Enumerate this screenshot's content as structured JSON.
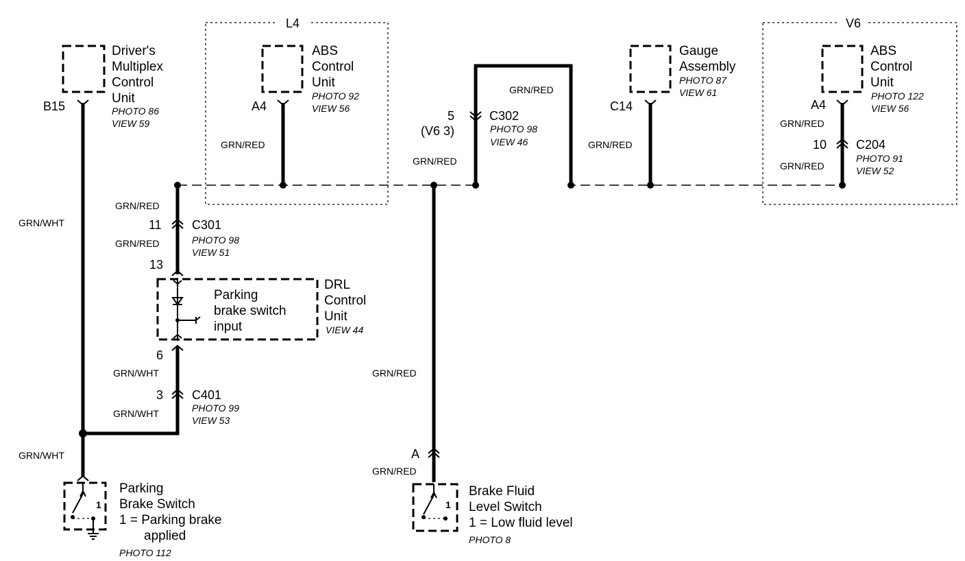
{
  "regions": {
    "l4": "L4",
    "v6": "V6"
  },
  "components": {
    "driver_mcu": {
      "name": [
        "Driver's",
        "Multiplex",
        "Control",
        "Unit"
      ],
      "ref": [
        "PHOTO 86",
        "VIEW 59"
      ],
      "pin": "B15"
    },
    "abs_l4": {
      "name": [
        "ABS",
        "Control",
        "Unit"
      ],
      "ref": [
        "PHOTO 92",
        "VIEW 56"
      ],
      "pin": "A4"
    },
    "gauge": {
      "name": [
        "Gauge",
        "Assembly"
      ],
      "ref": [
        "PHOTO 87",
        "VIEW 61"
      ],
      "pin": "C14"
    },
    "abs_v6": {
      "name": [
        "ABS",
        "Control",
        "Unit"
      ],
      "ref": [
        "PHOTO 122",
        "VIEW 56"
      ],
      "pin": "A4"
    },
    "drl": {
      "name": [
        "DRL",
        "Control",
        "Unit"
      ],
      "ref": [
        "VIEW 44"
      ],
      "inner": [
        "Parking",
        "brake switch",
        "input"
      ],
      "pin_top": "13",
      "pin_bottom": "6"
    },
    "parking_switch": {
      "name": [
        "Parking",
        "Brake Switch",
        "1 = Parking brake",
        "applied"
      ],
      "ref": [
        "PHOTO 112"
      ],
      "pos": "1"
    },
    "fluid_switch": {
      "name": [
        "Brake Fluid",
        "Level Switch",
        "1 = Low fluid level"
      ],
      "ref": [
        "PHOTO 8"
      ],
      "pos": "1"
    }
  },
  "connectors": {
    "c302": {
      "id": "C302",
      "pin": "5",
      "alt": "(V6 3)",
      "ref": [
        "PHOTO 98",
        "VIEW 46"
      ]
    },
    "c301": {
      "id": "C301",
      "pin": "11",
      "ref": [
        "PHOTO 98",
        "VIEW 51"
      ]
    },
    "c401": {
      "id": "C401",
      "pin": "3",
      "ref": [
        "PHOTO 99",
        "VIEW 53"
      ]
    },
    "c204": {
      "id": "C204",
      "pin": "10",
      "ref": [
        "PHOTO 91",
        "VIEW 52"
      ]
    },
    "fluid_conn": {
      "pin": "A"
    }
  },
  "wires": {
    "grn_red": "GRN/RED",
    "grn_wht": "GRN/WHT"
  }
}
